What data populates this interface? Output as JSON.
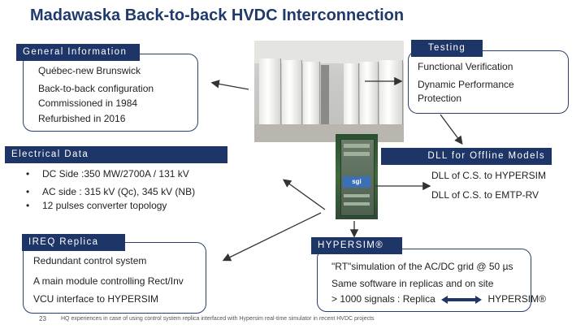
{
  "title": "Madawaska Back-to-back HVDC Interconnection",
  "general_info": {
    "tag": "General Information",
    "lines": [
      "Québec-new Brunswick",
      "Back-to-back configuration",
      "Commissioned in 1984",
      "Refurbished in 2016"
    ]
  },
  "testing": {
    "tag": "Testing",
    "lines": [
      "Functional Verification",
      "Dynamic Performance",
      "Protection"
    ]
  },
  "electrical": {
    "tag": "Electrical Data",
    "bullets": [
      "DC Side :350 MW/2700A / 131 kV",
      "AC side : 315 kV (Qc), 345 kV (NB)",
      "12 pulses converter topology"
    ]
  },
  "dll": {
    "tag": "DLL for Offline Models",
    "lines": [
      "DLL of C.S. to HYPERSIM",
      "DLL of C.S. to EMTP-RV"
    ]
  },
  "ireq": {
    "tag": "IREQ Replica",
    "lines": [
      "Redundant control system",
      "A main module controlling Rect/Inv",
      "VCU interface to HYPERSIM"
    ]
  },
  "hypersim": {
    "tag": "HYPERSIM®",
    "line1": "\"RT\"simulation of the AC/DC grid @ 50 µs",
    "line2": "Same software in replicas and on site",
    "line3a": "> 1000 signals : Replica",
    "line3b": "HYPERSIM®"
  },
  "photo_label": "sgi",
  "footer": {
    "page_number": "23",
    "note": "HQ experiences in case of using control system replica interfaced with Hypersim real-time simulator in recent HVDC projects"
  },
  "colors": {
    "navy": "#1e3567",
    "title": "#1f3a6b"
  }
}
